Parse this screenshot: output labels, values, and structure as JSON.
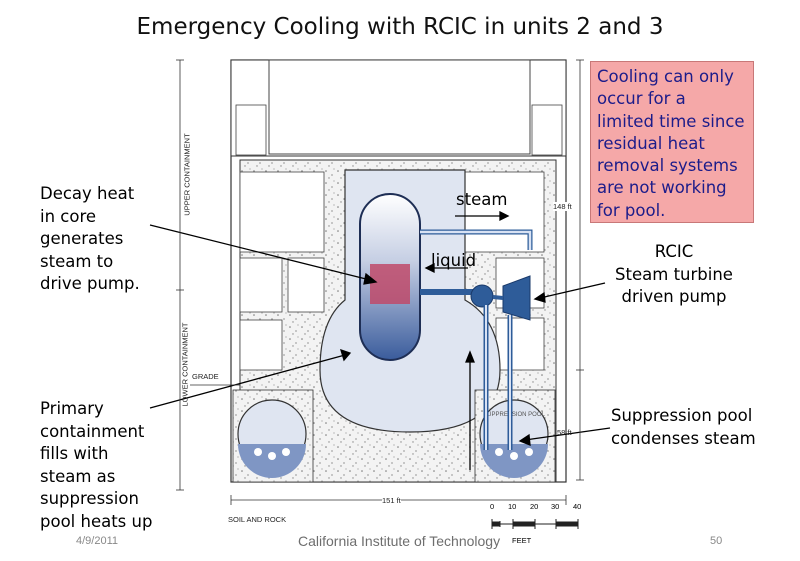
{
  "title": "Emergency  Cooling with RCIC in units 2 and 3",
  "note": {
    "lines": [
      "Cooling can only",
      "occur for a",
      "limited time since",
      "residual heat",
      "removal systems",
      "are not working",
      "for pool."
    ]
  },
  "labels": {
    "decay_heat": [
      "Decay heat",
      "in core",
      "generates",
      "steam to",
      "drive pump."
    ],
    "steam": "steam",
    "liquid": "liquid",
    "rcic": [
      "RCIC",
      "Steam turbine",
      "driven pump"
    ],
    "primary": [
      "Primary",
      "containment",
      "fills with",
      "steam as",
      "suppression",
      "pool heats up"
    ],
    "suppression": [
      "Suppression pool",
      "condenses steam"
    ]
  },
  "drawing": {
    "upper_containment": "UPPER CONTAINMENT",
    "lower_containment": "LOWER CONTAINMENT",
    "grade": "GRADE",
    "dim_148": "148 ft",
    "dim_58": "58 ft",
    "dim_151": "151 ft",
    "soil": "SOIL AND ROCK",
    "scale_ticks": [
      "0",
      "10",
      "20",
      "30",
      "40"
    ],
    "scale_unit": "FEET",
    "suppression_pool_text": "SUPPRESSION POOL"
  },
  "footer": {
    "date": "4/9/2011",
    "org": "California Institute of Technology",
    "page": "50"
  },
  "colors": {
    "note_bg": "#f5a8a8",
    "note_text": "#1c1c8a",
    "pipe": "#2e5c99",
    "core": "#c04a6a"
  }
}
